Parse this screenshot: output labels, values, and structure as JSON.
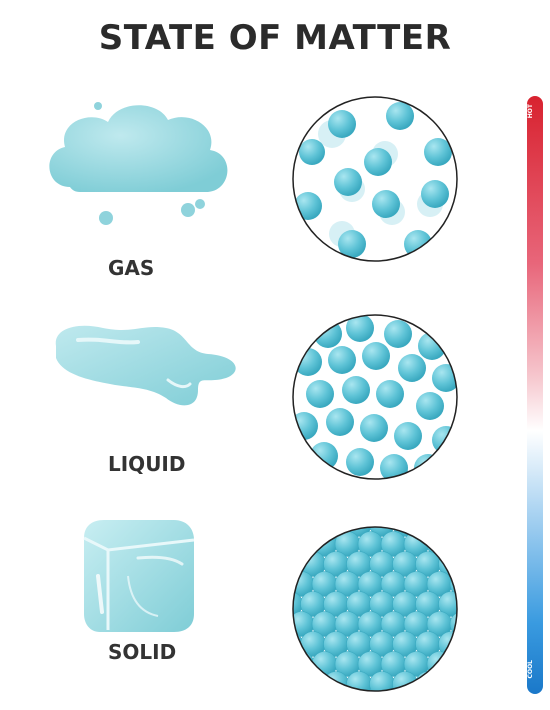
{
  "title": "STATE OF MATTER",
  "states": {
    "gas": {
      "label": "GAS"
    },
    "liquid": {
      "label": "LIQUID"
    },
    "solid": {
      "label": "SOLID"
    }
  },
  "temperature_scale": {
    "hot_label": "HOT",
    "cool_label": "COOL",
    "colors": [
      "#d8222f",
      "#ffffff",
      "#1a78c9"
    ]
  },
  "colors": {
    "particle": "#5ec3d6",
    "illustration": "#8fd3dc",
    "outline": "#222222"
  }
}
